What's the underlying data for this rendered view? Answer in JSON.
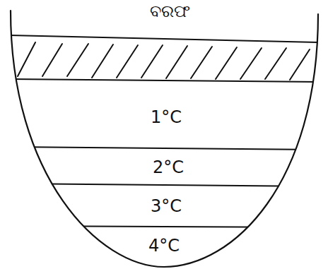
{
  "diagram": {
    "nodes": [
      {
        "text": [
          "1°C"
        ]
      },
      {
        "text": [
          "2°C"
        ]
      },
      {
        "text": [
          "3°C"
        ]
      },
      {
        "text": [
          "4°C"
        ]
      }
    ],
    "labels": [
      "ବରଫ"
    ]
  }
}
